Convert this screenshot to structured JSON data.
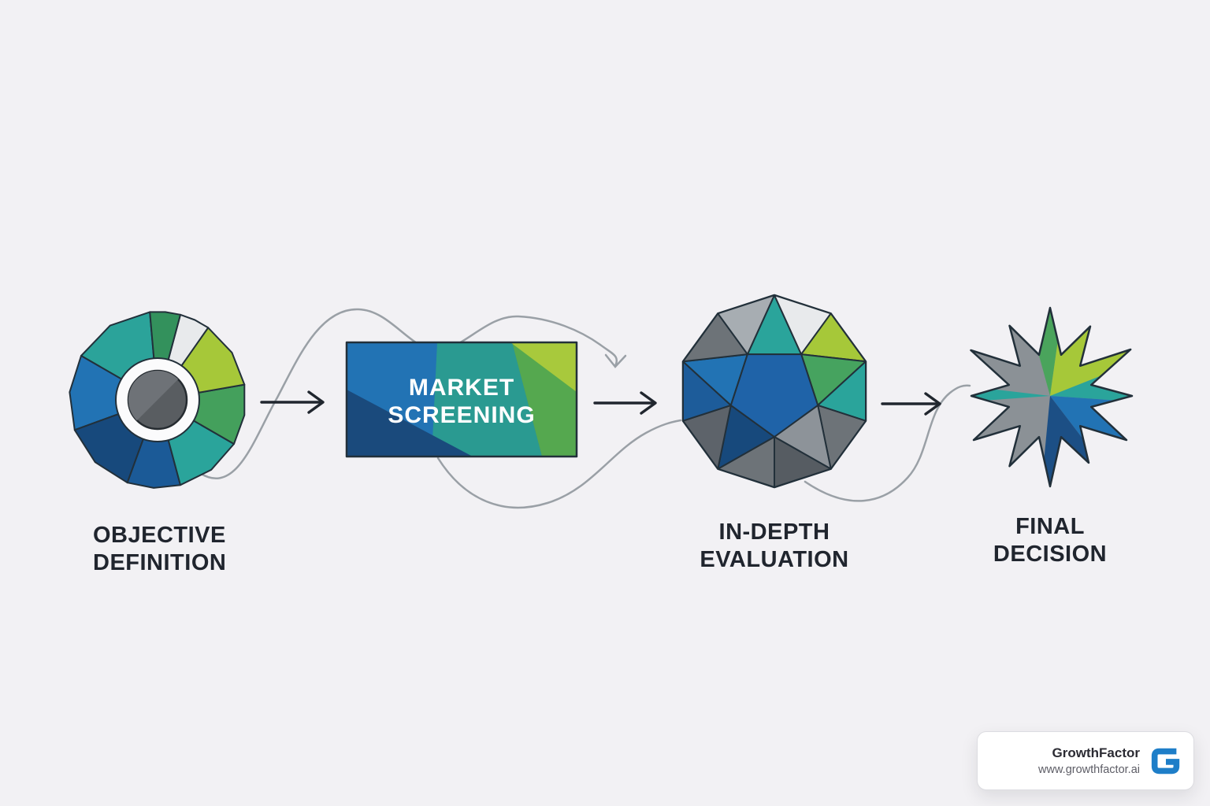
{
  "background": "#f2f1f4",
  "steps": [
    {
      "id": "objective-definition",
      "line1": "OBJECTIVE",
      "line2": "DEFINITION",
      "shape": "faceted-ring"
    },
    {
      "id": "market-screening",
      "line1": "MARKET",
      "line2": "SCREENING",
      "shape": "color-panel"
    },
    {
      "id": "in-depth-evaluation",
      "line1": "IN-DEPTH",
      "line2": "EVALUATION",
      "shape": "faceted-polyhedron"
    },
    {
      "id": "final-decision",
      "line1": "FINAL",
      "line2": "DECISION",
      "shape": "starburst"
    }
  ],
  "connectors": {
    "straight_arrow_count": 3,
    "squiggle_count": 3,
    "style": "hand-drawn wavy gray lines with straight black arrows between steps"
  },
  "badge": {
    "brand": "GrowthFactor",
    "url": "www.growthfactor.ai",
    "logo": "g-logo"
  },
  "palette": {
    "teal": "#2aa49b",
    "green": "#4aa45c",
    "lime": "#a6c839",
    "blue": "#2273b4",
    "navy": "#1b4e80",
    "gray": "#6d7378",
    "light_gray": "#a7adb2",
    "white_facet": "#e8eaec",
    "outline": "#22303a",
    "label_text": "#20252e",
    "connector_gray": "#9aa0a6",
    "logo_blue": "#1e7ec8",
    "background": "#f2f1f4"
  }
}
